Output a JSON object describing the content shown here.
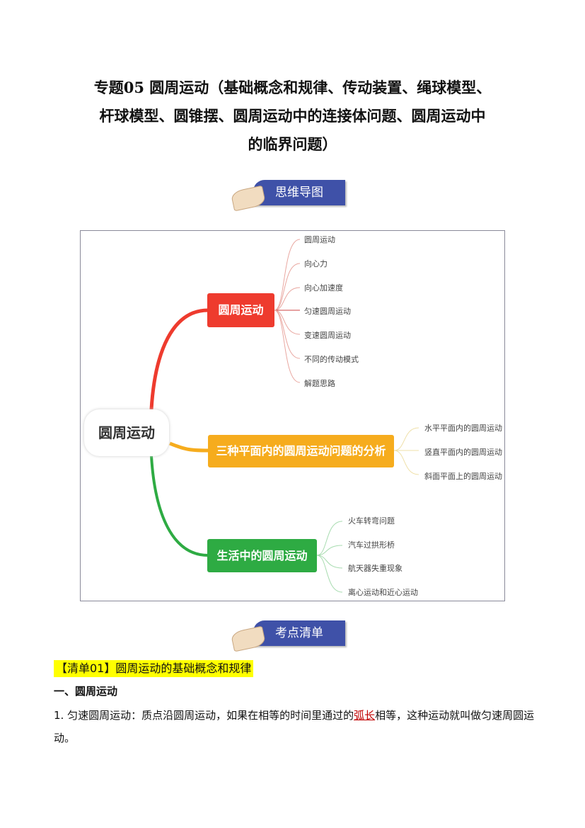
{
  "title": {
    "lines": [
      "专题05  圆周运动（基础概念和规律、传动装置、绳球模型、",
      "杆球模型、圆锥摆、圆周运动中的连接体问题、圆周运动中",
      "的临界问题）"
    ]
  },
  "banners": {
    "mindmap": "思维导图",
    "checklist": "考点清单"
  },
  "mindmap": {
    "root": "圆周运动",
    "branches": [
      {
        "label": "圆周运动",
        "color": "#ee3b2e",
        "leaves": [
          "圆周运动",
          "向心力",
          "向心加速度",
          "匀速圆周运动",
          "变速圆周运动",
          "不同的传动模式",
          "解题思路"
        ]
      },
      {
        "label": "三种平面内的圆周运动问题的分析",
        "color": "#f6ac1d",
        "leaves": [
          "水平平面内的圆周运动",
          "竖直平面内的圆周运动",
          "斜面平面上的圆周运动"
        ]
      },
      {
        "label": "生活中的圆周运动",
        "color": "#2eab43",
        "leaves": [
          "火车转弯问题",
          "汽车过拱形桥",
          "航天器失重现象",
          "离心运动和近心运动"
        ]
      }
    ]
  },
  "section": {
    "highlight": "【清单01】圆周运动的基础概念和规律",
    "heading": "一、圆周运动",
    "para_before": "1. 匀速圆周运动：质点沿圆周运动，如果在相等的时间里通过的",
    "para_red": "弧长",
    "para_after": "相等，这种运动就叫做匀速周圆运动。"
  }
}
